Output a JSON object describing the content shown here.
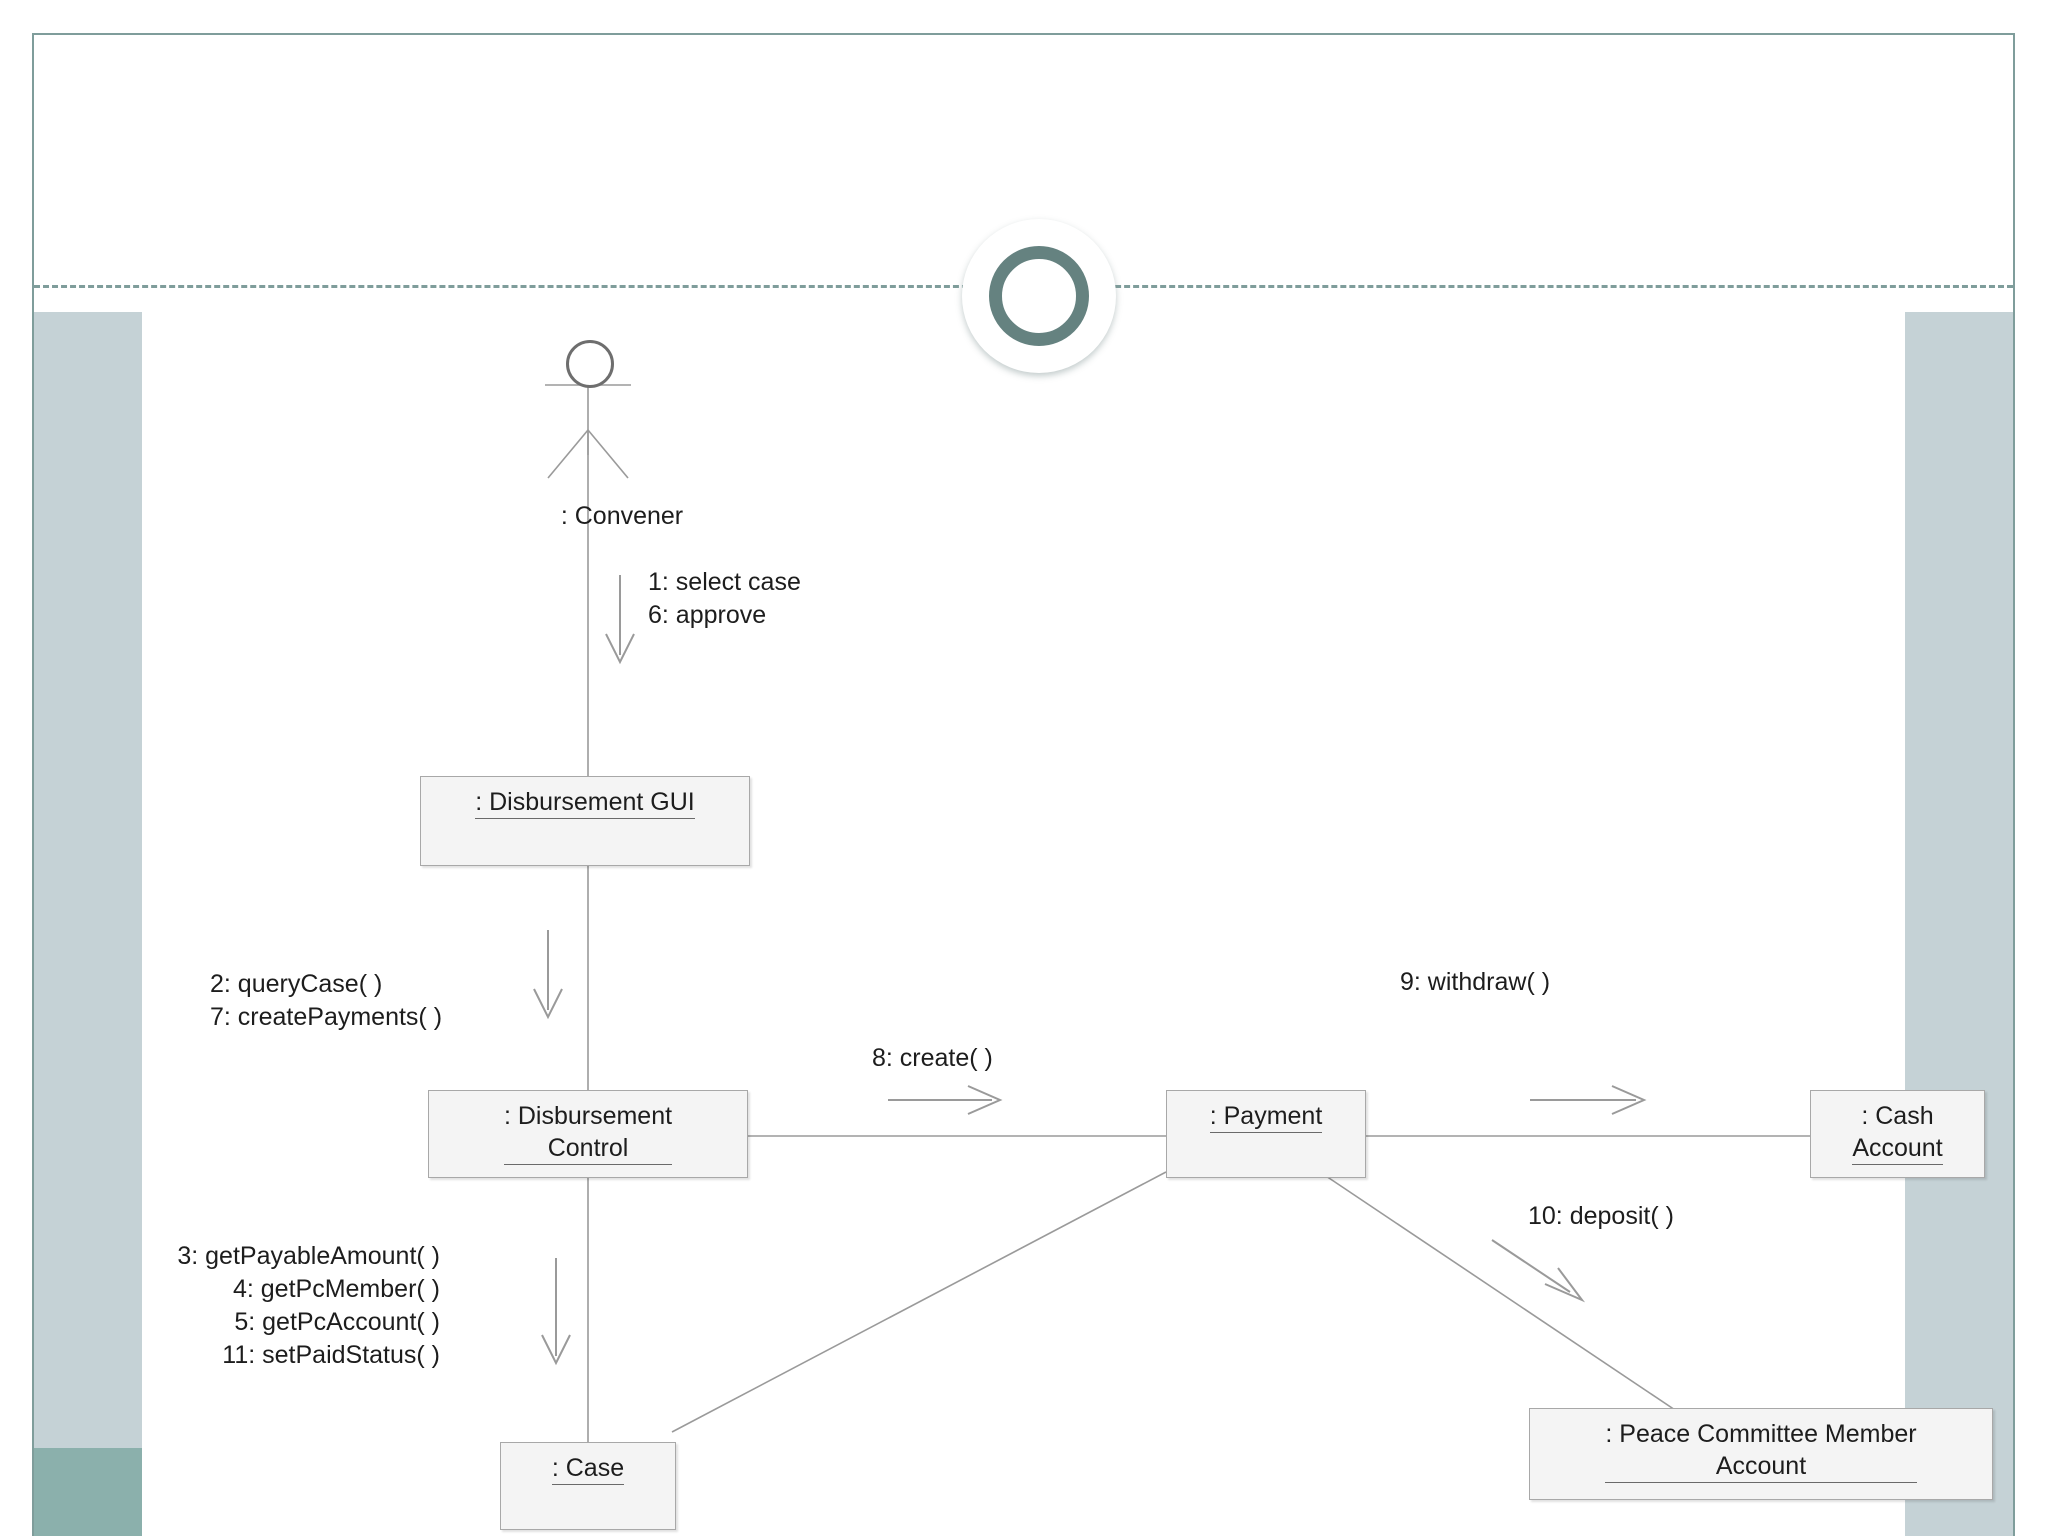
{
  "slide": {
    "title": "",
    "accent_color": "#658280",
    "bar_color": "#c5d2d6",
    "corner_color": "#8bb0ac",
    "deco": {
      "ring": "ring-decoration",
      "rule": "dashed-divider"
    }
  },
  "diagram": {
    "type": "uml-communication-diagram",
    "actor": {
      "name": "convener-actor",
      "label": ": Convener"
    },
    "objects": [
      {
        "id": "disbursement-gui",
        "label": ": Disbursement GUI"
      },
      {
        "id": "disbursement-control",
        "label": ": Disbursement\nControl"
      },
      {
        "id": "case",
        "label": ": Case"
      },
      {
        "id": "payment",
        "label": ": Payment"
      },
      {
        "id": "cash-account",
        "label": ": Cash\nAccount"
      },
      {
        "id": "pc-member-account",
        "label": ": Peace Committee Member\nAccount"
      }
    ],
    "messages": {
      "actor_to_gui": "1: select case\n6: approve",
      "gui_to_control": "2: queryCase( )\n7: createPayments( )",
      "control_to_case": "3: getPayableAmount( )\n4: getPcMember( )\n5: getPcAccount( )\n11: setPaidStatus( )",
      "control_to_payment": "8: create( )",
      "payment_to_cash": "9: withdraw( )",
      "payment_to_pc_account": "10: deposit( )"
    },
    "message_list": [
      {
        "seq": "1",
        "name": "select case"
      },
      {
        "seq": "2",
        "name": "queryCase( )"
      },
      {
        "seq": "3",
        "name": "getPayableAmount( )"
      },
      {
        "seq": "4",
        "name": "getPcMember( )"
      },
      {
        "seq": "5",
        "name": "getPcAccount( )"
      },
      {
        "seq": "6",
        "name": "approve"
      },
      {
        "seq": "7",
        "name": "createPayments( )"
      },
      {
        "seq": "8",
        "name": "create( )"
      },
      {
        "seq": "9",
        "name": "withdraw( )"
      },
      {
        "seq": "10",
        "name": "deposit( )"
      },
      {
        "seq": "11",
        "name": "setPaidStatus( )"
      }
    ]
  }
}
